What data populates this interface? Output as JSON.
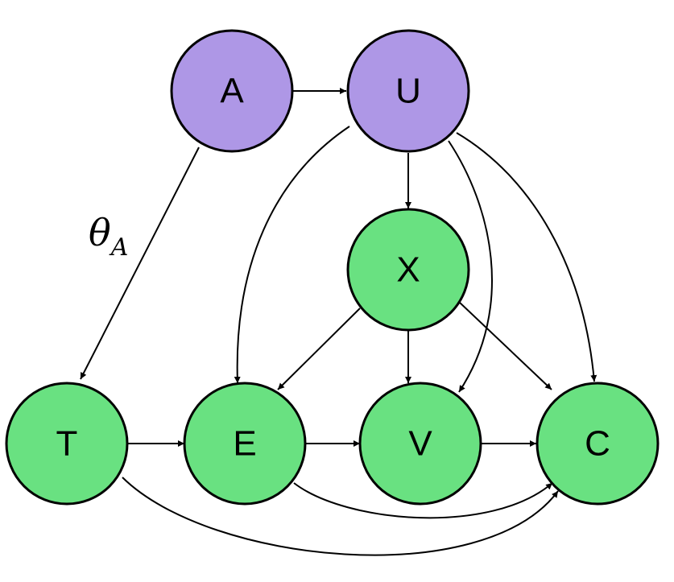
{
  "colors": {
    "purple": "#AE97E6",
    "green": "#69E181",
    "stroke": "#000000"
  },
  "nodes": [
    {
      "id": "A",
      "label": "A",
      "color": "purple"
    },
    {
      "id": "U",
      "label": "U",
      "color": "purple"
    },
    {
      "id": "X",
      "label": "X",
      "color": "green"
    },
    {
      "id": "T",
      "label": "T",
      "color": "green"
    },
    {
      "id": "E",
      "label": "E",
      "color": "green"
    },
    {
      "id": "V",
      "label": "V",
      "color": "green"
    },
    {
      "id": "C",
      "label": "C",
      "color": "green"
    }
  ],
  "edges": [
    {
      "from": "A",
      "to": "U"
    },
    {
      "from": "A",
      "to": "T",
      "label": "θA"
    },
    {
      "from": "U",
      "to": "X"
    },
    {
      "from": "U",
      "to": "E"
    },
    {
      "from": "U",
      "to": "V"
    },
    {
      "from": "U",
      "to": "C"
    },
    {
      "from": "X",
      "to": "E"
    },
    {
      "from": "X",
      "to": "V"
    },
    {
      "from": "X",
      "to": "C"
    },
    {
      "from": "T",
      "to": "E"
    },
    {
      "from": "E",
      "to": "V"
    },
    {
      "from": "V",
      "to": "C"
    },
    {
      "from": "E",
      "to": "C"
    },
    {
      "from": "T",
      "to": "C"
    }
  ],
  "edge_label": {
    "symbol": "θ",
    "subscript": "A"
  }
}
